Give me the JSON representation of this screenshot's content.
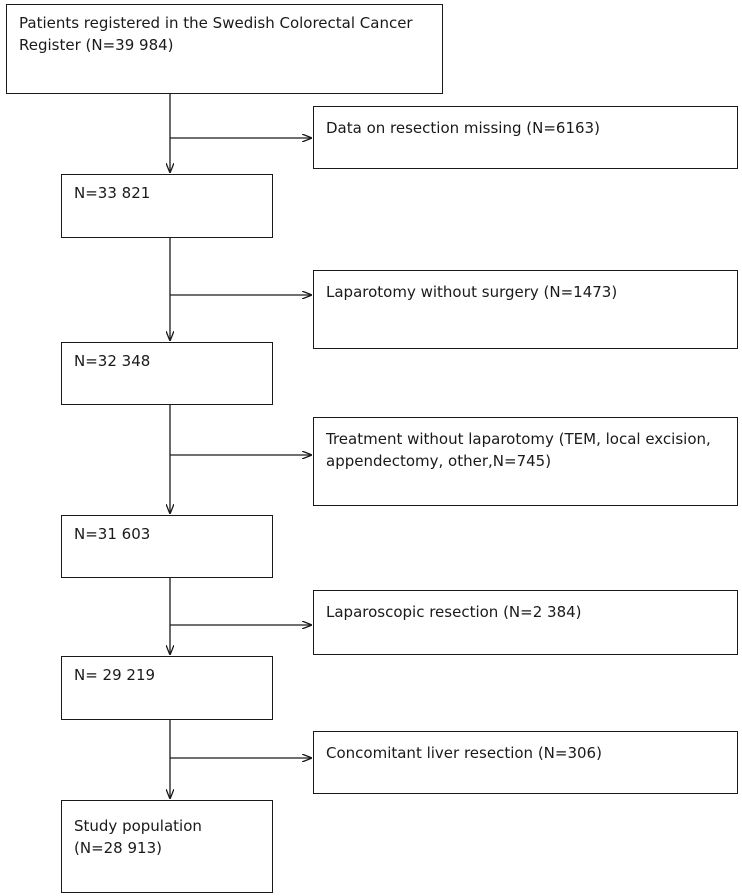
{
  "flowchart": {
    "main_steps": [
      {
        "lines": [
          "Patients registered in the Swedish Colorectal Cancer",
          "Register (N=39 984)"
        ]
      },
      {
        "lines": [
          "N=33 821"
        ]
      },
      {
        "lines": [
          "N=32 348"
        ]
      },
      {
        "lines": [
          "N=31 603"
        ]
      },
      {
        "lines": [
          "N= 29 219"
        ]
      },
      {
        "lines": [
          "Study population",
          "(N=28 913)"
        ]
      }
    ],
    "exclusions": [
      {
        "lines": [
          "Data on resection missing (N=6163)"
        ]
      },
      {
        "lines": [
          "Laparotomy without surgery (N=1473)"
        ]
      },
      {
        "lines": [
          "Treatment without laparotomy (TEM, local excision,",
          "appendectomy, other,N=745)"
        ]
      },
      {
        "lines": [
          "Laparoscopic resection (N=2 384)"
        ]
      },
      {
        "lines": [
          "Concomitant liver resection (N=306)"
        ]
      }
    ]
  }
}
